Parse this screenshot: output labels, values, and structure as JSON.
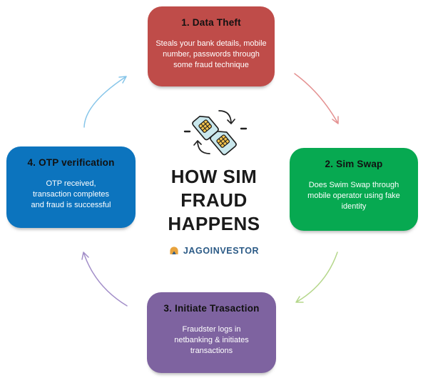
{
  "diagram": {
    "center": {
      "title_lines": [
        "HOW SIM",
        "FRAUD",
        "HAPPENS"
      ],
      "brand": "JAGOINVESTOR",
      "icon": "sim-swap"
    },
    "steps": [
      {
        "position": "top",
        "title": "1. Data Theft",
        "body": "Steals your bank details, mobile\nnumber, passwords through\nsome fraud technique",
        "color": "#bf4c49"
      },
      {
        "position": "right",
        "title": "2. Sim Swap",
        "body": "Does Swim Swap through\nmobile operator using fake\nidentity",
        "color": "#07a951"
      },
      {
        "position": "bottom",
        "title": "3. Initiate Trasaction",
        "body": "Fraudster logs in\nnetbanking & initiates\ntransactions",
        "color": "#7e63a0"
      },
      {
        "position": "left",
        "title": "4. OTP verification",
        "body": "OTP received,\ntransaction completes\nand fraud is successful",
        "color": "#0c74be"
      }
    ],
    "arrows": [
      {
        "name": "otp-to-data-theft",
        "color": "#86c5e9"
      },
      {
        "name": "data-theft-to-sim-swap",
        "color": "#e49191"
      },
      {
        "name": "sim-swap-to-transaction",
        "color": "#b5d78b"
      },
      {
        "name": "transaction-to-otp",
        "color": "#a38fc9"
      }
    ],
    "colors": {
      "title_text": "#1a1a1a",
      "brand_text": "#2b5a86",
      "box_title_text": "#111111",
      "box_body_text": "#ffffff",
      "sim_card": "#c9e7ec",
      "sim_chip": "#f3c34d"
    }
  }
}
